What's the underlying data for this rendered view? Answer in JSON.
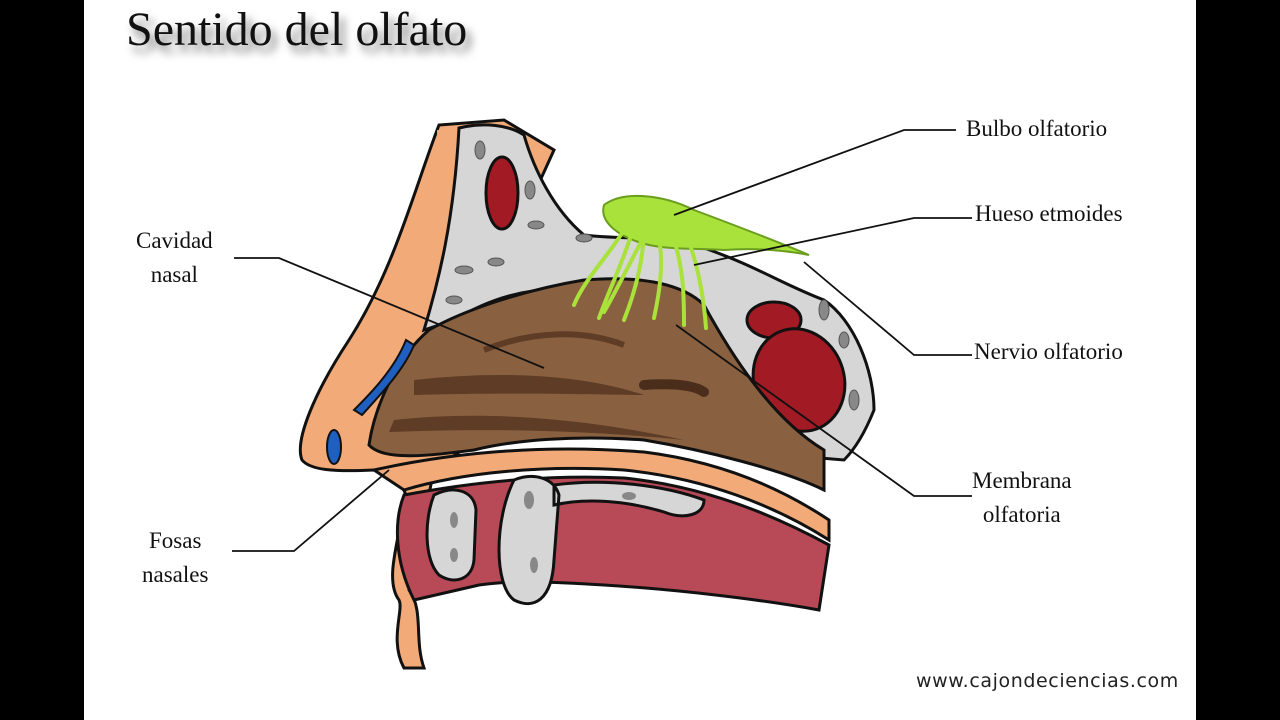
{
  "title": "Sentido del olfato",
  "labels": {
    "cavidad_line1": "Cavidad",
    "cavidad_line2": "nasal",
    "fosas_line1": "Fosas",
    "fosas_line2": "nasales",
    "bulbo": "Bulbo olfatorio",
    "hueso": "Hueso etmoides",
    "nervio": "Nervio olfatorio",
    "membrana_line1": "Membrana",
    "membrana_line2": "olfatoria"
  },
  "footer": "www.cajondeciencias.com",
  "colors": {
    "skin": "#f2ab78",
    "bone": "#d6d6d6",
    "cavity": "#8a6140",
    "cavity_dark": "#5e3c25",
    "mucosa": "#b84a58",
    "blood": "#a11a24",
    "vein": "#1f5fc0",
    "nerve_green": "#a8e23a"
  }
}
